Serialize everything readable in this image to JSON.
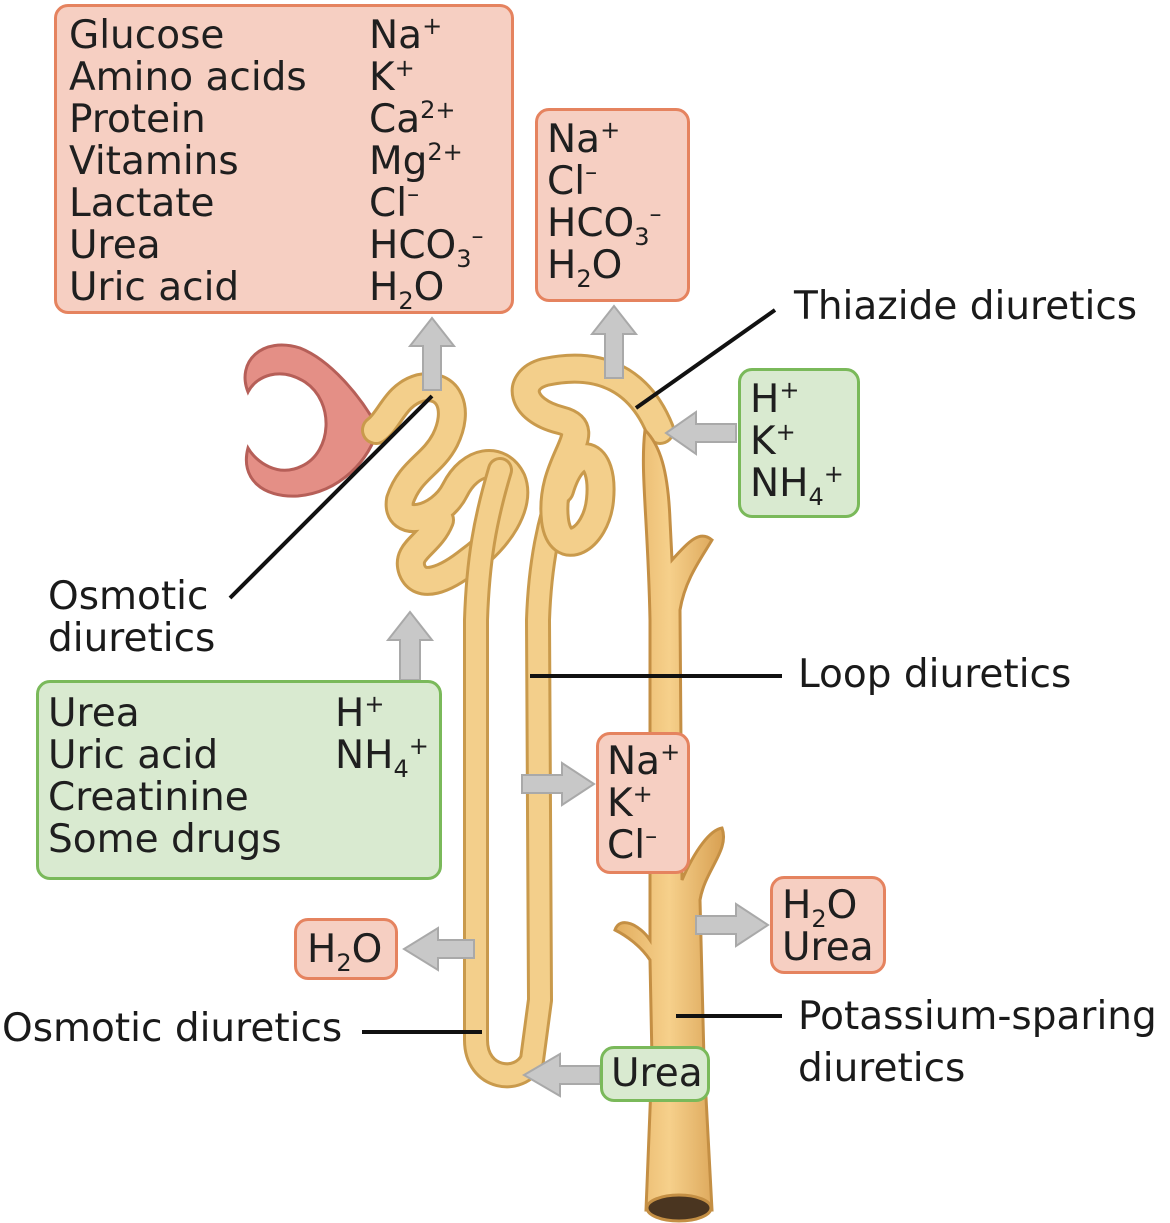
{
  "filtered_box": {
    "left_items": [
      "Glucose",
      "Amino acids",
      "Protein",
      "Vitamins",
      "Lactate",
      "Urea",
      "Uric acid"
    ],
    "right_items": [
      {
        "base": "Na",
        "sup": "+"
      },
      {
        "base": "K",
        "sup": "+"
      },
      {
        "base": "Ca",
        "sup": "2+"
      },
      {
        "base": "Mg",
        "sup": "2+"
      },
      {
        "base": "Cl",
        "sup": "–"
      },
      {
        "base": "HCO",
        "sub": "3",
        "sup": "–"
      },
      {
        "base": "H",
        "sub": "2",
        "tail": "O"
      }
    ]
  },
  "distal_box": {
    "items": [
      {
        "base": "Na",
        "sup": "+"
      },
      {
        "base": "Cl",
        "sup": "–"
      },
      {
        "base": "HCO",
        "sub": "3",
        "sup": "–"
      },
      {
        "base": "H",
        "sub": "2",
        "tail": "O"
      }
    ]
  },
  "secreted_box_right": {
    "items": [
      {
        "base": "H",
        "sup": "+"
      },
      {
        "base": "K",
        "sup": "+"
      },
      {
        "base": "NH",
        "sub": "4",
        "sup": "+"
      }
    ]
  },
  "secreted_box_left": {
    "left_items": [
      "Urea",
      "Uric acid",
      "Creatinine",
      "Some drugs"
    ],
    "right_items": [
      {
        "base": "H",
        "sup": "+"
      },
      {
        "base": "NH",
        "sub": "4",
        "sup": "+"
      }
    ]
  },
  "loop_box": {
    "items": [
      {
        "base": "Na",
        "sup": "+"
      },
      {
        "base": "K",
        "sup": "+"
      },
      {
        "base": "Cl",
        "sup": "–"
      }
    ]
  },
  "water_box": {
    "items": [
      {
        "base": "H",
        "sub": "2",
        "tail": "O"
      }
    ]
  },
  "collecting_box": {
    "items": [
      {
        "base": "H",
        "sub": "2",
        "tail": "O"
      },
      {
        "base": "Urea"
      }
    ]
  },
  "urea_box": {
    "label": "Urea"
  },
  "labels": {
    "thiazide": "Thiazide diuretics",
    "osmotic_top_1": "Osmotic",
    "osmotic_top_2": "diuretics",
    "loop": "Loop diuretics",
    "osmotic_bottom": "Osmotic diuretics",
    "potassium_1": "Potassium-sparing",
    "potassium_2": "diuretics"
  },
  "colors": {
    "tubule": "#f0c77f",
    "tubule_edge": "#c99a4c",
    "glomerulus": "#e48f86",
    "reabsorbed_box": "#f6cfc2",
    "secreted_box": "#d9ead0",
    "arrow": "#c8c8c8"
  }
}
